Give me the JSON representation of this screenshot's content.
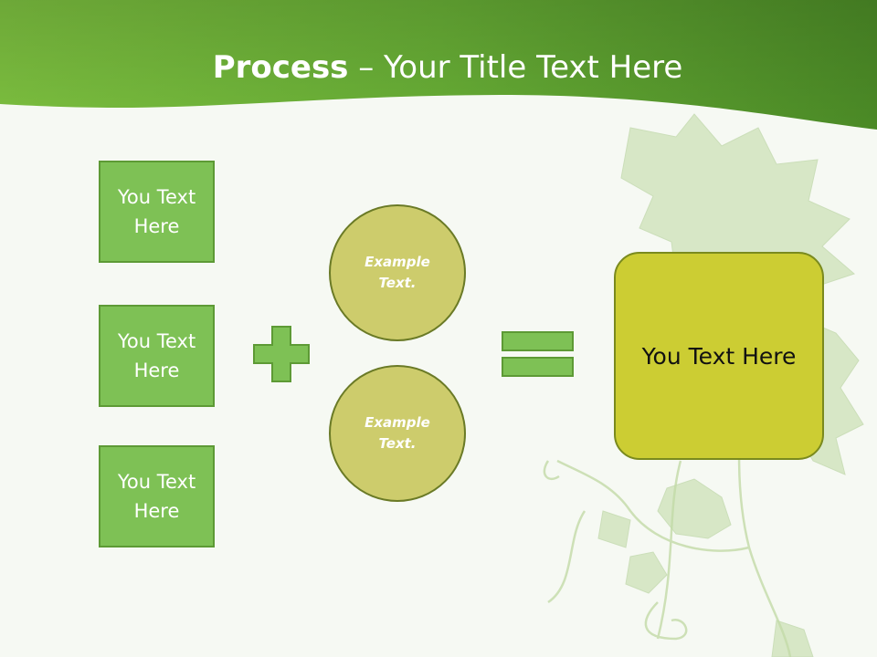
{
  "slide": {
    "title_bold": "Process",
    "title_rest": " – Your Title Text Here",
    "inputs": [
      {
        "label": "You Text Here"
      },
      {
        "label": "You Text Here"
      },
      {
        "label": "You Text Here"
      }
    ],
    "plus_symbol": "plus-icon",
    "circles": [
      {
        "label": "Example Text."
      },
      {
        "label": "Example Text."
      }
    ],
    "equals_symbol": "equals-icon",
    "result": {
      "label": "You Text Here"
    }
  },
  "colors": {
    "header_green": "#64a534",
    "box_green": "#7ec155",
    "circle_olive": "#cdcc6c",
    "result_yellow": "#cccd33",
    "background": "#f6f9f3"
  }
}
